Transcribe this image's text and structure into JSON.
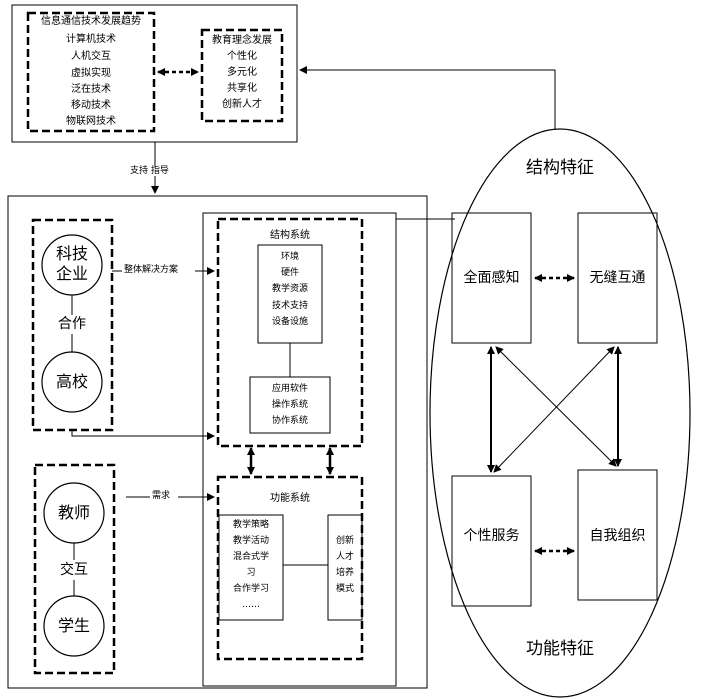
{
  "top": {
    "trends_title": "信息通信技术发展趋势",
    "trends": [
      "计算机技术",
      "人机交互",
      "虚拟实现",
      "泛在技术",
      "移动技术",
      "物联网技术"
    ],
    "edu_title": "教育理念发展",
    "edu": [
      "个性化",
      "多元化",
      "共享化",
      "创新人才"
    ]
  },
  "support_label": "支持 指导",
  "left": {
    "company": [
      "科技",
      "企业"
    ],
    "coop": "合作",
    "school": "高校",
    "solution_label": "整体解决方案",
    "teacher": "教师",
    "interact": "交互",
    "student": "学生",
    "need_label": "需求"
  },
  "structure": {
    "title": "结构系统",
    "items": [
      "环境",
      "硬件",
      "教学资源",
      "技术支持",
      "设备设施"
    ],
    "apps": [
      "应用软件",
      "操作系统",
      "协作系统"
    ]
  },
  "function": {
    "title": "功能系统",
    "items": [
      "教学策略",
      "教学活动",
      "混合式学",
      "习",
      "合作学习",
      "……"
    ],
    "innov": [
      "创新",
      "人才",
      "培养",
      "模式"
    ]
  },
  "ellipse": {
    "struct_title": "结构特征",
    "func_title": "功能特征",
    "q1": "全面感知",
    "q2": "无缝互通",
    "q3": "个性服务",
    "q4": "自我组织"
  }
}
